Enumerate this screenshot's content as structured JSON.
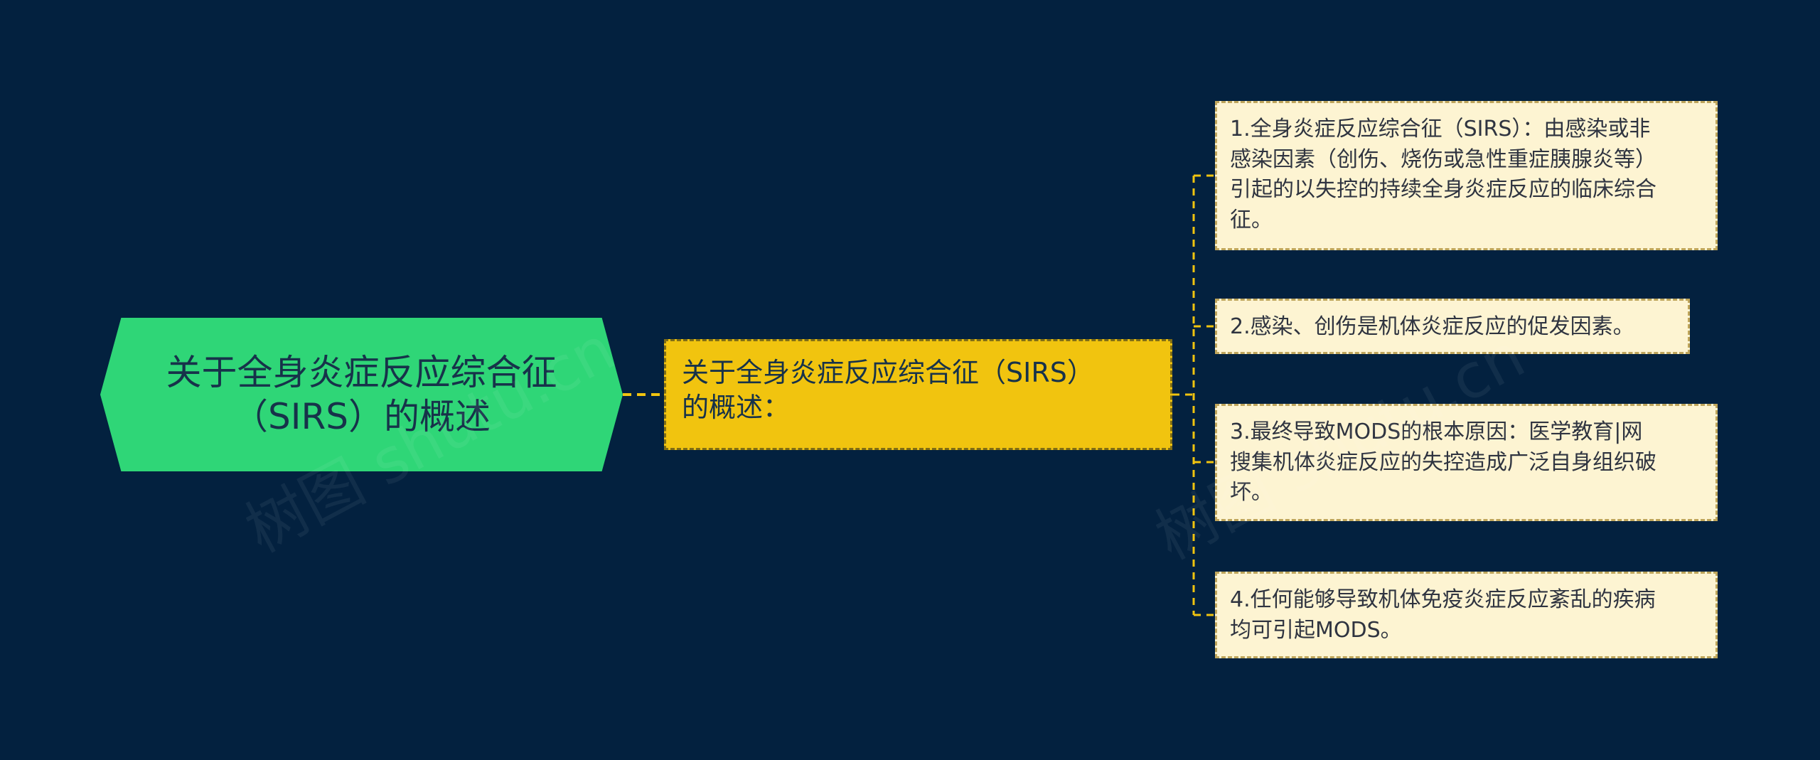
{
  "canvas": {
    "background_color": "#03213f"
  },
  "root": {
    "title": "关于全身炎症反应综合征\n（SIRS）的概述",
    "fill_color": "#2fd677"
  },
  "main": {
    "label": "关于全身炎症反应综合征（SIRS）\n的概述：",
    "fill_color": "#f1c40f",
    "connector_color": "#f1c40f"
  },
  "details": [
    {
      "text": "1.全身炎症反应综合征（SIRS）：由感染或非\n感染因素（创伤、烧伤或急性重症胰腺炎等）\n引起的以失控的持续全身炎症反应的临床综合\n征。"
    },
    {
      "text": "2.感染、创伤是机体炎症反应的促发因素。"
    },
    {
      "text": "3.最终导致MODS的根本原因：医学教育|网\n搜集机体炎症反应的失控造成广泛自身组织破\n坏。"
    },
    {
      "text": "4.任何能够导致机体免疫炎症反应紊乱的疾病\n均可引起MODS。"
    }
  ],
  "watermark": {
    "text": "树图 shutu.cn"
  }
}
